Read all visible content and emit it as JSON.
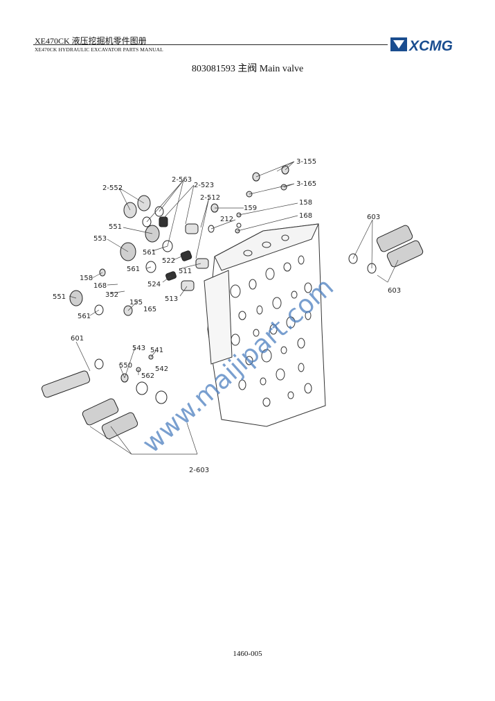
{
  "header": {
    "title": "XE470CK  液压挖掘机零件图册",
    "subtitle": "XE470CK HYDRAULIC EXCAVATOR PARTS MANUAL",
    "logo_text": "XCMG",
    "brand_color": "#1a4d8f"
  },
  "page_title": "803081593 主阀  Main valve",
  "watermark": "www.maijipart.com",
  "parts": {
    "p3_155": "3-155",
    "p3_165": "3-165",
    "p158a": "158",
    "p168a": "168",
    "p2_563": "2-563",
    "p2_552": "2-552",
    "p2_523": "2-523",
    "p2_512": "2-512",
    "p159": "159",
    "p212": "212",
    "p551a": "551",
    "p553": "553",
    "p561a": "561",
    "p522": "522",
    "p561b": "561",
    "p511": "511",
    "p524": "524",
    "p513": "513",
    "p158b": "158",
    "p168b": "168",
    "p352": "352",
    "p155": "155",
    "p165": "165",
    "p551b": "551",
    "p561c": "561",
    "p601": "601",
    "p543": "543",
    "p541": "541",
    "p542": "542",
    "p550": "550",
    "p562": "562",
    "p603a": "603",
    "p603b": "603",
    "p2_603": "2-603"
  },
  "footer": {
    "page_number": "1460-005"
  }
}
